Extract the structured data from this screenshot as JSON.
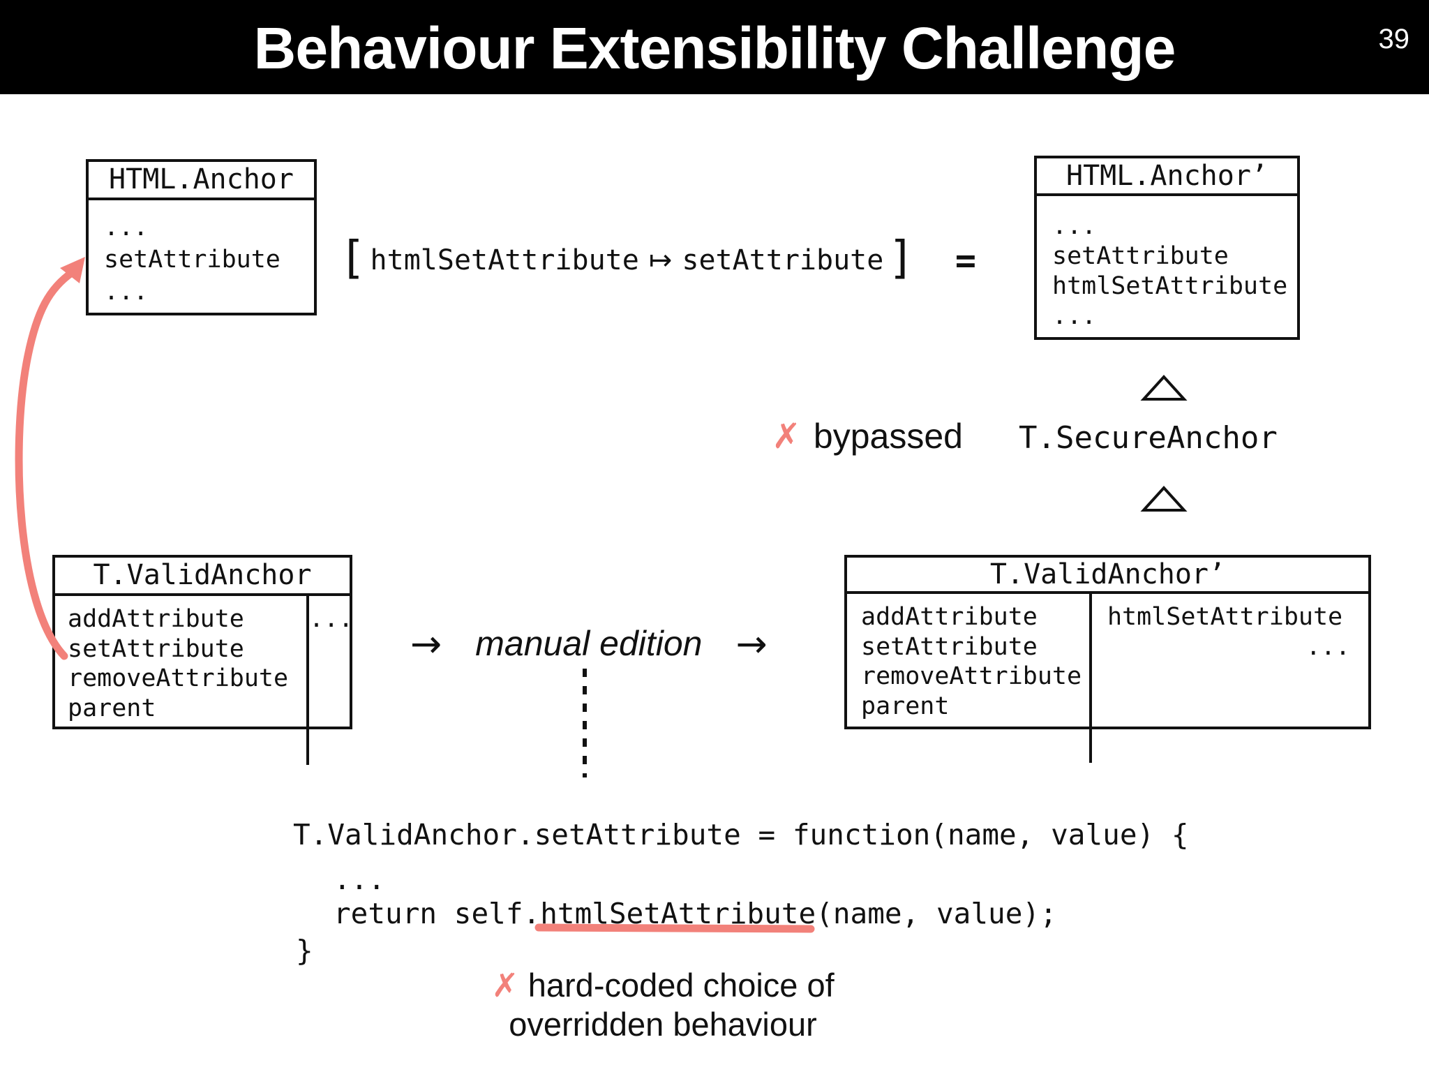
{
  "slide": {
    "title": "Behaviour Extensibility Challenge",
    "page_number": "39"
  },
  "colors": {
    "header_bg": "#000000",
    "ink": "#111111",
    "accent_red": "#F2817A",
    "background": "#FFFFFF"
  },
  "boxes": {
    "html_anchor": {
      "title": "HTML.Anchor",
      "members": [
        "...",
        "setAttribute",
        "..."
      ]
    },
    "html_anchor_prime": {
      "title": "HTML.Anchor’",
      "members": [
        "...",
        "setAttribute",
        "htmlSetAttribute",
        "..."
      ]
    },
    "valid_anchor": {
      "title": "T.ValidAnchor",
      "members_left": [
        "addAttribute",
        "setAttribute",
        "removeAttribute",
        "parent"
      ],
      "members_right": [
        "..."
      ]
    },
    "valid_anchor_prime": {
      "title": "T.ValidAnchor’",
      "members_left": [
        "addAttribute",
        "setAttribute",
        "removeAttribute",
        "parent"
      ],
      "members_right": [
        "htmlSetAttribute",
        "..."
      ]
    }
  },
  "expressions": {
    "rename": {
      "open_bracket": "[",
      "from": "htmlSetAttribute",
      "mapsto": "↦",
      "to": "setAttribute",
      "close_bracket": "]",
      "equals": "="
    }
  },
  "labels": {
    "x_mark": "✗",
    "bypassed": "bypassed",
    "secure_anchor": "T.SecureAnchor",
    "flow_arrow": "→",
    "manual_edition": "manual edition",
    "hardcoded_line1": "hard-coded choice of",
    "hardcoded_line2": "overridden behaviour"
  },
  "code": {
    "line1": "T.ValidAnchor.setAttribute = function(name, value) {",
    "line2": "...",
    "line3_prefix": "return self.",
    "line3_highlight": "htmlSetAttribute",
    "line3_suffix": "(name, value);",
    "line4": "}"
  }
}
